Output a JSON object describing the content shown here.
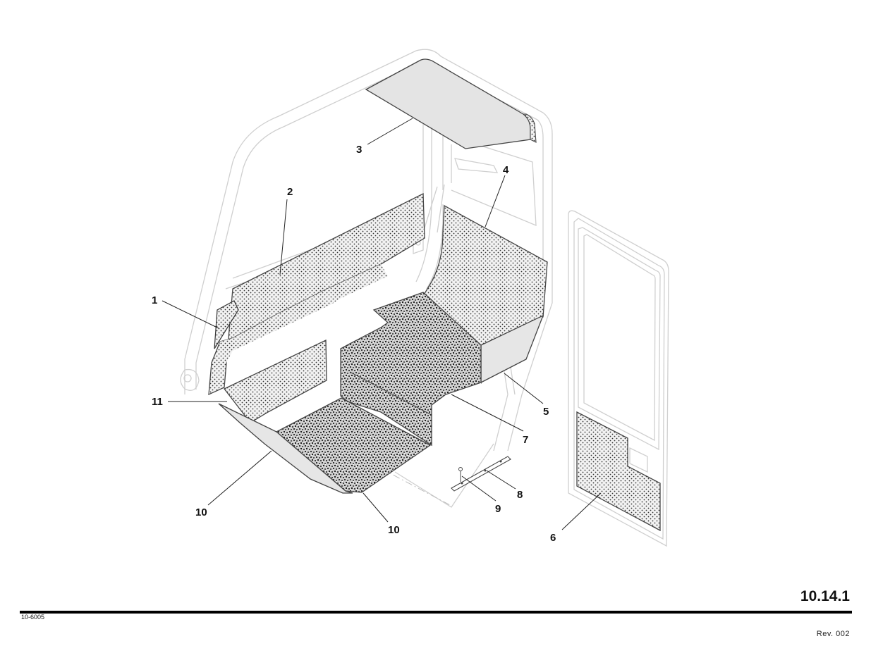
{
  "callouts": {
    "c1": "1",
    "c2": "2",
    "c3": "3",
    "c4": "4",
    "c5": "5",
    "c6": "6",
    "c7": "7",
    "c8": "8",
    "c9": "9",
    "c10a": "10",
    "c10b": "10",
    "c11": "11"
  },
  "footer": {
    "page_number": "10.14.1",
    "drawing_id": "10-6005",
    "revision": "Rev. 002"
  },
  "colors": {
    "frame_outline": "#c8c8c8",
    "panel_fill": "#e6e6e6",
    "panel_edge": "#444444",
    "leader": "#222222"
  }
}
